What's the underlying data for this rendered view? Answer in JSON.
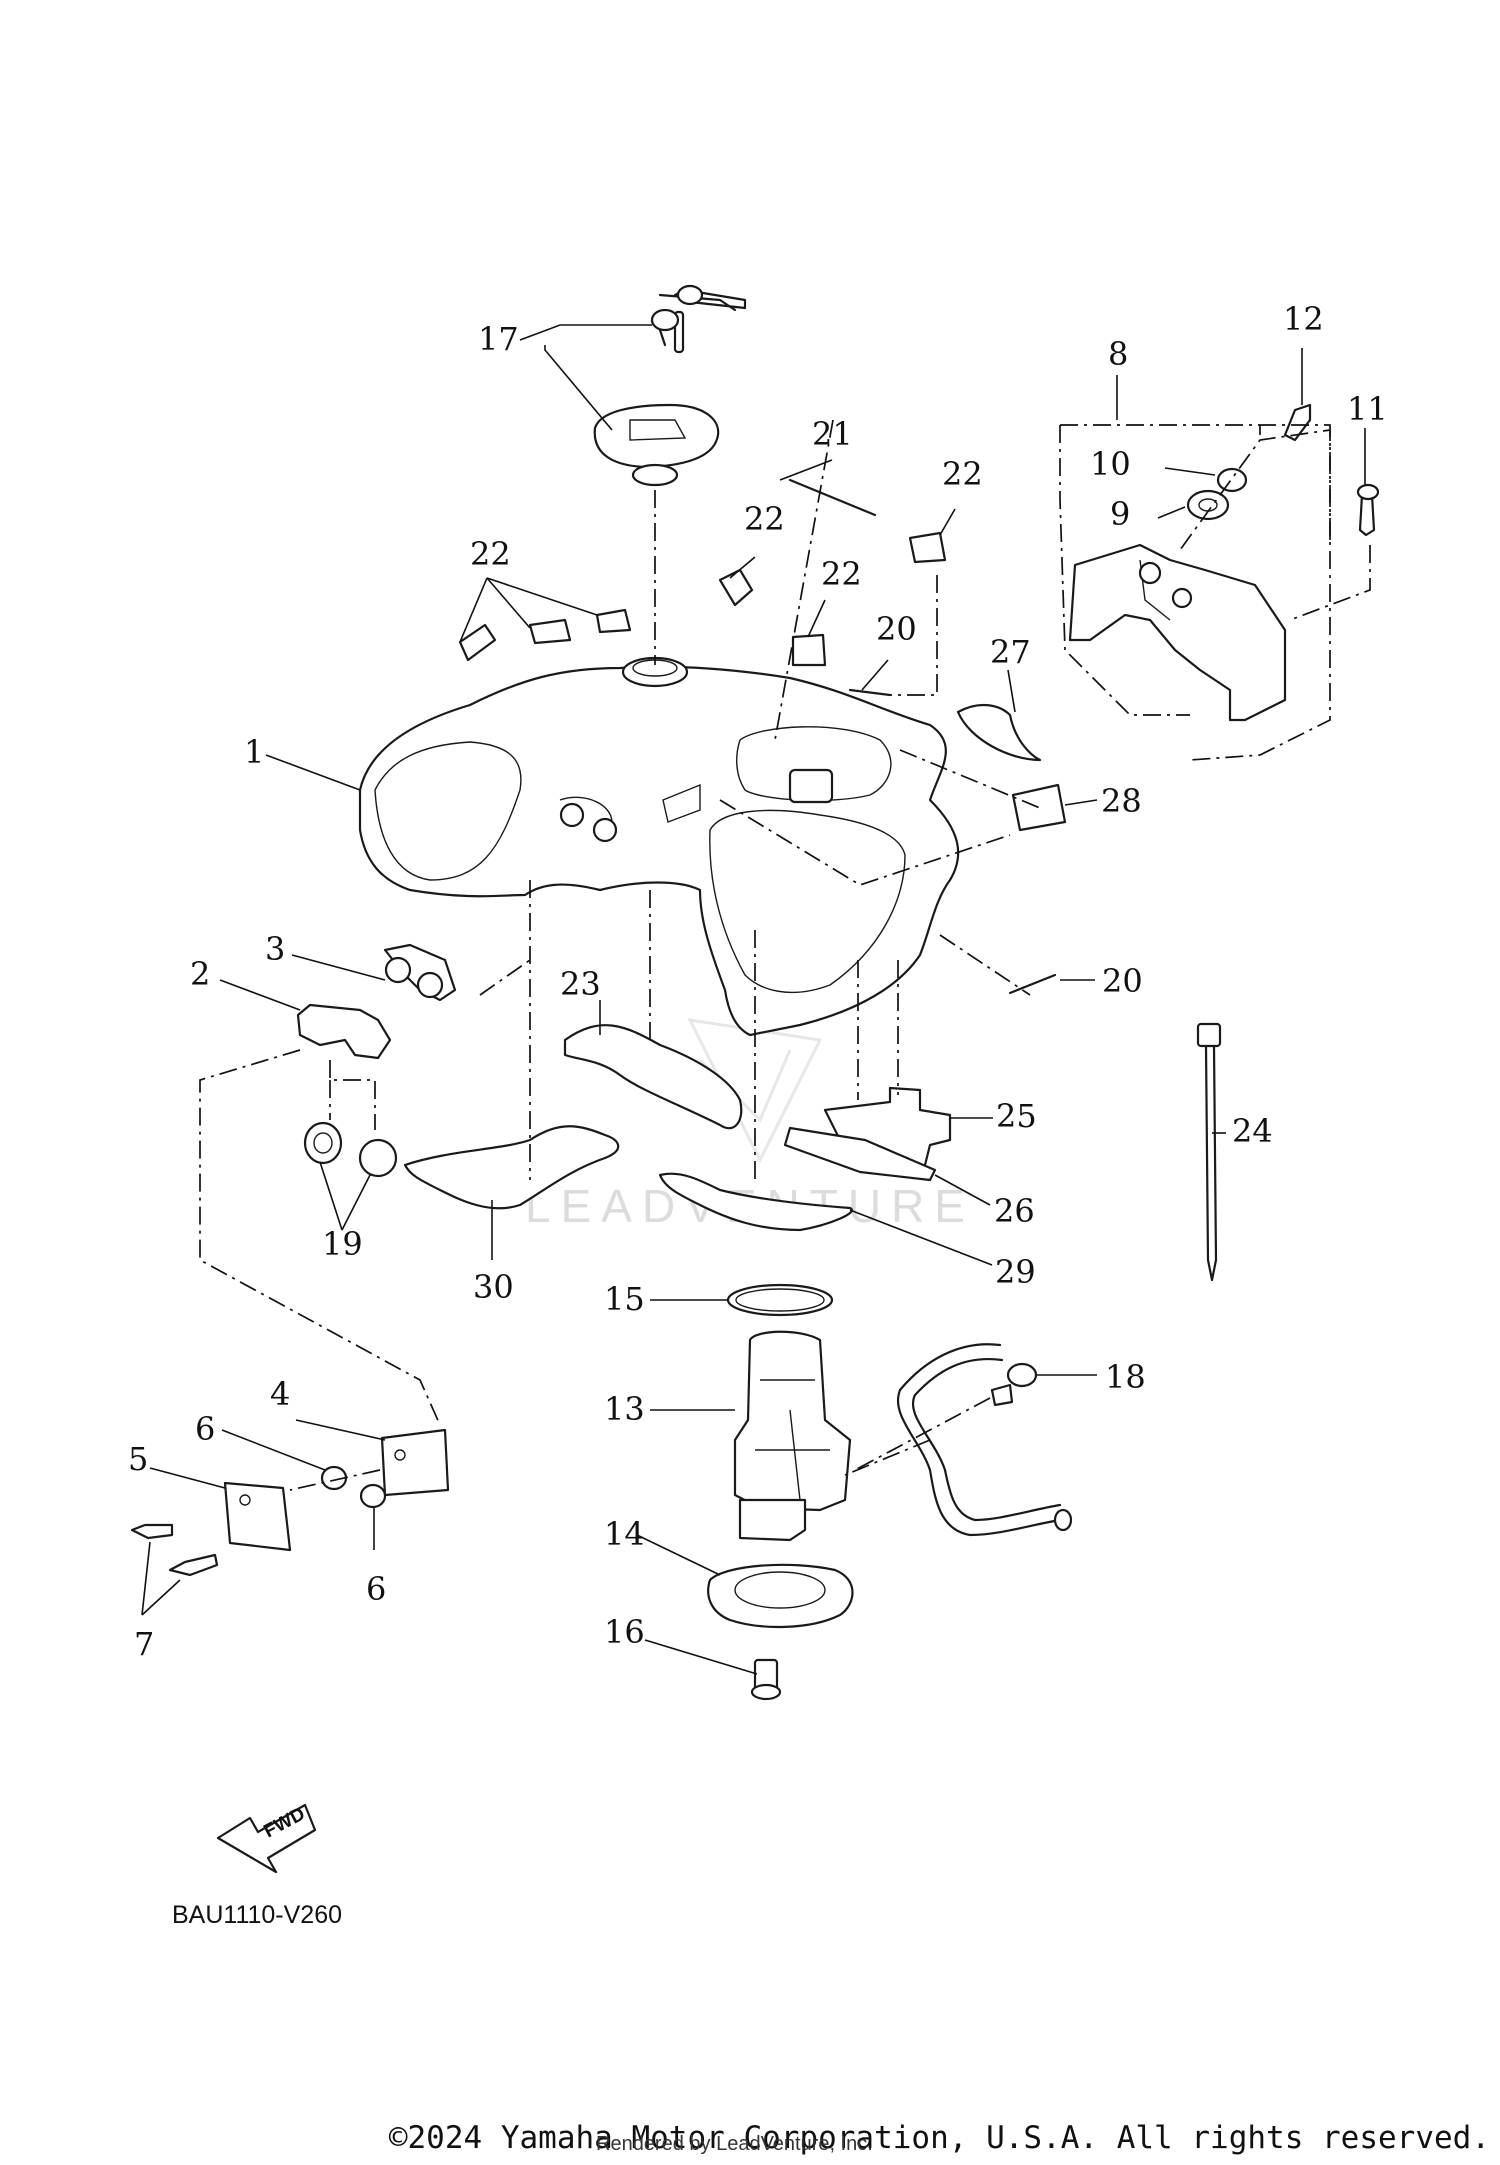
{
  "diagram": {
    "code": "BAU1110-V260",
    "fwd_label": "FWD",
    "watermark_text": "LEADVENTURE",
    "callouts": [
      "1",
      "2",
      "3",
      "4",
      "5",
      "6",
      "6",
      "7",
      "8",
      "9",
      "10",
      "11",
      "12",
      "13",
      "14",
      "15",
      "16",
      "17",
      "18",
      "19",
      "20",
      "20",
      "21",
      "22",
      "22",
      "22",
      "22",
      "23",
      "24",
      "25",
      "26",
      "27",
      "28",
      "29",
      "30"
    ]
  },
  "footer": {
    "copyright": "©2024 Yamaha Motor Corporation, U.S.A. All rights reserved.",
    "rendered_by": "Rendered by LeadVenture, Inc."
  }
}
